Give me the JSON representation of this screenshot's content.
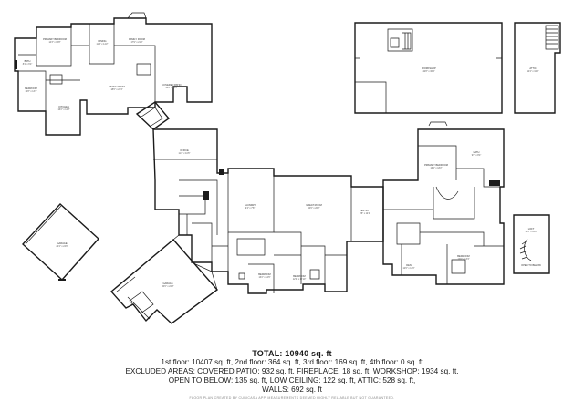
{
  "floorplan": {
    "rooms": [
      {
        "id": "r1",
        "name": "PRIMARY BEDROOM",
        "dims": "14'3\" x 15'8\""
      },
      {
        "id": "r2",
        "name": "DINING",
        "dims": "11'4\" x 14'2\""
      },
      {
        "id": "r3",
        "name": "FAMILY ROOM",
        "dims": "17'9\" x 21'0\""
      },
      {
        "id": "r4",
        "name": "BATH",
        "dims": "8'2\" x 6'4\""
      },
      {
        "id": "r5",
        "name": "BEDROOM",
        "dims": "12'8\" x 13'1\""
      },
      {
        "id": "r6",
        "name": "LIVING ROOM",
        "dims": "18'6\" x 22'4\""
      },
      {
        "id": "r7",
        "name": "COVERED PATIO",
        "dims": "38'0\" x 16'6\""
      },
      {
        "id": "r8",
        "name": "KITCHEN",
        "dims": "16'2\" x 14'8\""
      },
      {
        "id": "r9",
        "name": "WORKSHOP",
        "dims": "42'8\" x 36'4\""
      },
      {
        "id": "r10",
        "name": "ATTIC",
        "dims": "12'4\" x 34'6\""
      },
      {
        "id": "r11",
        "name": "GARAGE",
        "dims": "22'4\" x 24'0\""
      },
      {
        "id": "r12",
        "name": "GARAGE",
        "dims": "20'6\" x 22'8\""
      },
      {
        "id": "r13",
        "name": "OFFICE",
        "dims": "11'2\" x 10'6\""
      },
      {
        "id": "r14",
        "name": "GREAT ROOM",
        "dims": "24'6\" x 26'2\""
      },
      {
        "id": "r15",
        "name": "ENTRY",
        "dims": "8'6\" x 12'4\""
      },
      {
        "id": "r16",
        "name": "LAUNDRY",
        "dims": "9'4\" x 7'8\""
      },
      {
        "id": "r17",
        "name": "BEDROOM",
        "dims": "13'2\" x 12'6\""
      },
      {
        "id": "r18",
        "name": "BEDROOM",
        "dims": "12'4\" x 12'10\""
      },
      {
        "id": "r19",
        "name": "PRIMARY BEDROOM",
        "dims": "16'4\" x 18'2\""
      },
      {
        "id": "r20",
        "name": "BATH",
        "dims": "9'6\" x 8'4\""
      },
      {
        "id": "r21",
        "name": "BEDROOM",
        "dims": "12'0\" x 13'4\""
      },
      {
        "id": "r22",
        "name": "LOFT",
        "dims": "14'2\" x 16'8\""
      },
      {
        "id": "r23",
        "name": "OPEN TO BELOW",
        "dims": ""
      },
      {
        "id": "r24",
        "name": "DEN",
        "dims": "12'6\" x 14'0\""
      }
    ]
  },
  "summary": {
    "total": "TOTAL: 10940 sq. ft",
    "line1": "1st floor: 10407 sq. ft, 2nd floor: 364 sq. ft, 3rd floor: 169 sq. ft, 4th floor: 0 sq. ft",
    "line2": "EXCLUDED AREAS: COVERED PATIO: 932 sq. ft, FIREPLACE: 18 sq. ft, WORKSHOP: 1934 sq. ft,",
    "line3": "OPEN TO BELOW: 135 sq. ft, LOW CEILING: 122 sq. ft, ATTIC: 528 sq. ft,",
    "line4": "WALLS: 692 sq. ft"
  },
  "footer": "FLOOR PLAN CREATED BY CUBICASA APP. MEASUREMENTS DEEMED HIGHLY RELIABLE BUT NOT GUARANTEED."
}
